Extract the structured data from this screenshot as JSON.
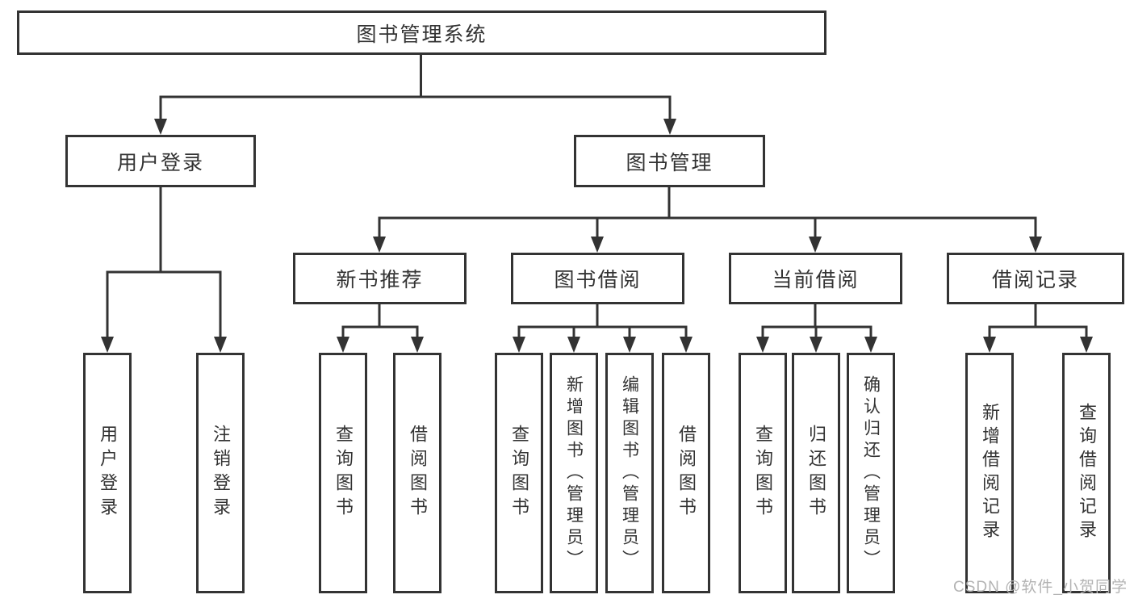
{
  "diagram": {
    "root": {
      "label": "图书管理系统"
    },
    "branches": [
      {
        "label": "用户登录",
        "children": [
          {
            "label": "用户登录"
          },
          {
            "label": "注销登录"
          }
        ]
      },
      {
        "label": "图书管理",
        "children": [
          {
            "label": "新书推荐",
            "children": [
              {
                "label": "查询图书"
              },
              {
                "label": "借阅图书"
              }
            ]
          },
          {
            "label": "图书借阅",
            "children": [
              {
                "label": "查询图书"
              },
              {
                "label": "新增图书（管理员）"
              },
              {
                "label": "编辑图书（管理员）"
              },
              {
                "label": "借阅图书"
              }
            ]
          },
          {
            "label": "当前借阅",
            "children": [
              {
                "label": "查询图书"
              },
              {
                "label": "归还图书"
              },
              {
                "label": "确认归还（管理员）"
              }
            ]
          },
          {
            "label": "借阅记录",
            "children": [
              {
                "label": "新增借阅记录"
              },
              {
                "label": "查询借阅记录"
              }
            ]
          }
        ]
      }
    ],
    "watermark": "CSDN @软件_小贺同学",
    "colors": {
      "line": "#333333",
      "box_border": "#333333",
      "text": "#333333",
      "background": "#ffffff",
      "watermark": "#b3b3b3"
    }
  }
}
